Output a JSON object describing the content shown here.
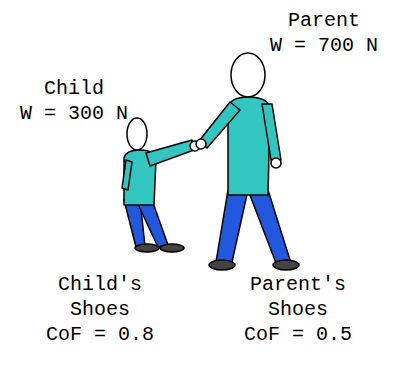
{
  "diagram": {
    "labels": [
      "Child W = 300 N",
      "Parent W = 700 N",
      "Child's Shoes CoF = 0.8",
      "Parent's Shoes CoF = 0.5"
    ]
  }
}
